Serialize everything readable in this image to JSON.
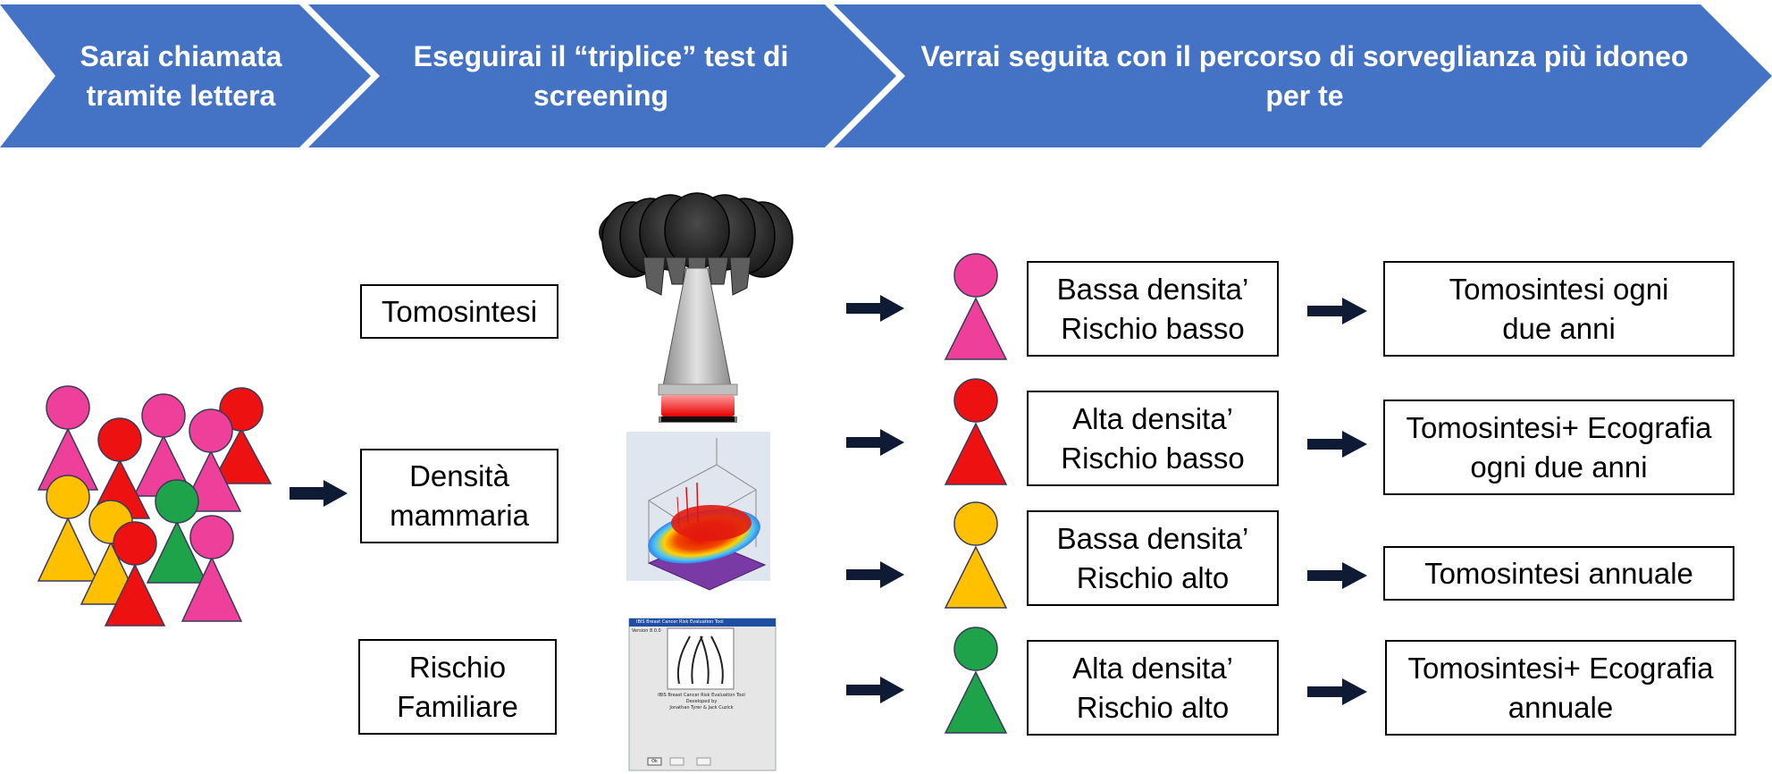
{
  "steps": [
    {
      "text": "Sarai chiamata tramite lettera"
    },
    {
      "text": "Eseguirai  il “triplice” test di screening"
    },
    {
      "text": "Verrai seguita con il percorso di sorveglianza più idoneo per te"
    }
  ],
  "tests": [
    {
      "label": "Tomosintesi"
    },
    {
      "label": "Densità mammaria"
    },
    {
      "label": "Rischio Familiare"
    }
  ],
  "outcomes": [
    {
      "category": "Bassa densita’ Rischio basso",
      "color": "#ee3f9a",
      "path": "Tomosintesi ogni due anni"
    },
    {
      "category": "Alta densita’ Rischio basso",
      "color": "#ee1111",
      "path": "Tomosintesi+ Ecografia ogni due anni"
    },
    {
      "category": "Bassa densita’ Rischio alto",
      "color": "#ffc000",
      "path": "Tomosintesi annuale"
    },
    {
      "category": "Alta densita’ Rischio alto",
      "color": "#1ea34a",
      "path": "Tomosintesi+ Ecografia annuale"
    }
  ],
  "crowd_colors": {
    "pink": "#ee3f9a",
    "red": "#ee1111",
    "yellow": "#ffc000",
    "green": "#1ea34a"
  },
  "software_window": {
    "title": "IBIS Breast Cancer Risk Evaluation Tool",
    "version": "Version 8.0.0",
    "line1": "IBIS Breast Cancer Risk Evaluation Tool",
    "line2": "Developed by",
    "line3": "Jonathan Tyrer & Jack Cuzick",
    "button_ok": "Ok"
  },
  "colors": {
    "chevron": "#4472c4",
    "arrow": "#0f1b35"
  }
}
